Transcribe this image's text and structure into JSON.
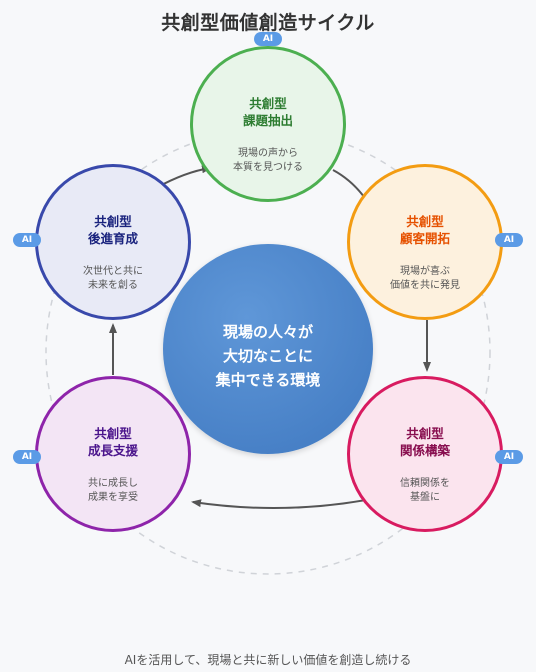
{
  "title": "共創型価値創造サイクル",
  "ai_label": "AI",
  "center": {
    "text": "現場の人々が\n大切なことに\n集中できる環境"
  },
  "nodes": [
    {
      "name": "共創型\n課題抽出",
      "desc": "現場の声から\n本質を見つける",
      "color": "#4caf50",
      "fill": "#e8f5e9",
      "text_color": "#2e7d32"
    },
    {
      "name": "共創型\n顧客開拓",
      "desc": "現場が喜ぶ\n価値を共に発見",
      "color": "#f39c12",
      "fill": "#fdf1de",
      "text_color": "#e65100"
    },
    {
      "name": "共創型\n関係構築",
      "desc": "信頼関係を\n基盤に",
      "color": "#d81b60",
      "fill": "#fbe4ee",
      "text_color": "#880e4f"
    },
    {
      "name": "共創型\n成長支援",
      "desc": "共に成長し\n成果を享受",
      "color": "#8e24aa",
      "fill": "#f3e5f5",
      "text_color": "#4a148c"
    },
    {
      "name": "共創型\n後進育成",
      "desc": "次世代と共に\n未来を創る",
      "color": "#3949ab",
      "fill": "#e8eaf6",
      "text_color": "#1a237e"
    }
  ],
  "footer": "AIを活用して、現場と共に新しい価値を創造し続ける"
}
